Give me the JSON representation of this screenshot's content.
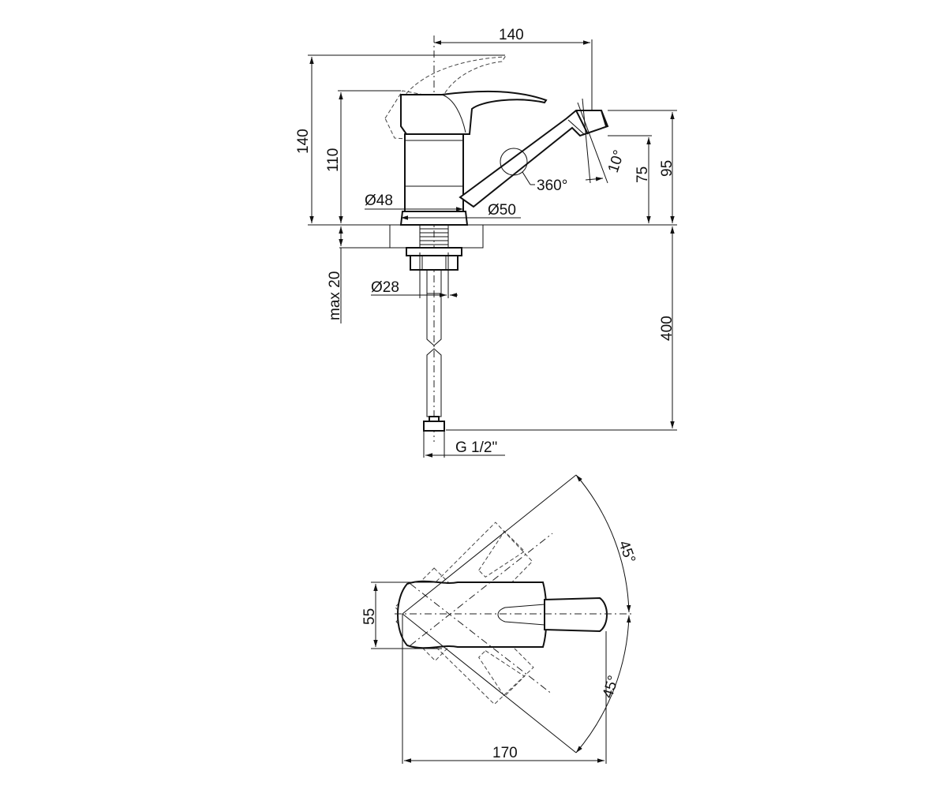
{
  "side_view": {
    "dim_width_top": "140",
    "dim_height_total": "140",
    "dim_height_body": "110",
    "dim_body_dia": "Ø48",
    "dim_base_dia": "Ø50",
    "dim_rotation": "360°",
    "dim_tilt": "10°",
    "dim_spout_height": "75",
    "dim_spout_top": "95",
    "dim_deck_max": "max 20",
    "dim_shank_dia": "Ø28",
    "dim_hose_length": "400",
    "dim_thread": "G 1/2\""
  },
  "top_view": {
    "dim_width": "55",
    "dim_angle_upper": "45°",
    "dim_angle_lower": "45°",
    "dim_length": "170"
  }
}
